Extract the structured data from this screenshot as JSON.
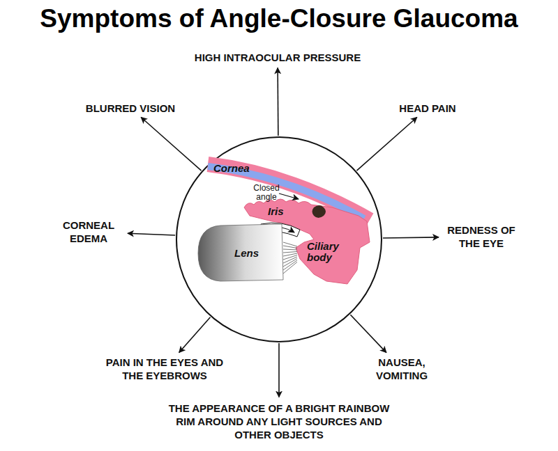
{
  "diagram": {
    "title": "Symptoms of Angle-Closure Glaucoma",
    "nodes": [
      {
        "text": [
          "Cornea",
          "Closed angle",
          "Iris",
          "Lens",
          "Ciliary body"
        ]
      },
      {
        "text": [
          "HIGH INTRAOCULAR PRESSURE"
        ]
      },
      {
        "text": [
          "HEAD PAIN"
        ]
      },
      {
        "text": [
          "REDNESS OF THE EYE"
        ]
      },
      {
        "text": [
          "NAUSEA, VOMITING"
        ]
      },
      {
        "text": [
          "THE APPEARANCE OF A BRIGHT RAINBOW RIM AROUND ANY LIGHT SOURCES AND OTHER OBJECTS"
        ]
      },
      {
        "text": [
          "PAIN IN THE EYES AND THE EYEBROWS"
        ]
      },
      {
        "text": [
          "CORNEAL EDEMA"
        ]
      },
      {
        "text": [
          "BLURRED VISION"
        ]
      }
    ],
    "edges": [
      {
        "from": 0,
        "to": 1,
        "arrow": "to"
      },
      {
        "from": 0,
        "to": 2,
        "arrow": "to"
      },
      {
        "from": 0,
        "to": 3,
        "arrow": "to"
      },
      {
        "from": 0,
        "to": 4,
        "arrow": "to"
      },
      {
        "from": 0,
        "to": 5,
        "arrow": "to"
      },
      {
        "from": 0,
        "to": 6,
        "arrow": "to"
      },
      {
        "from": 0,
        "to": 7,
        "arrow": "to"
      },
      {
        "from": 0,
        "to": 8,
        "arrow": "to"
      }
    ]
  }
}
